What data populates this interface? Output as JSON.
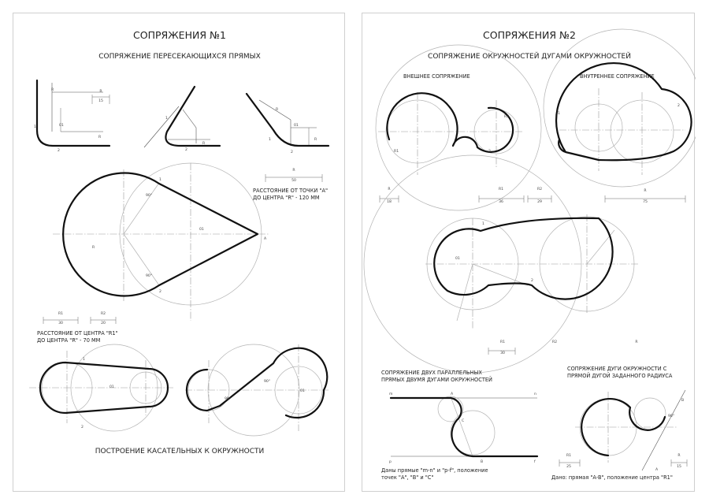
{
  "left_sheet": {
    "title": "СОПРЯЖЕНИЯ №1",
    "subtitle": "СОПРЯЖЕНИЕ ПЕРЕСЕКАЮЩИХСЯ ПРЯМЫХ",
    "bottom_title": "ПОСТРОЕНИЕ КАСАТЕЛЬНЫХ К ОКРУЖНОСТИ",
    "note_a_line1": "РАССТОЯНИЕ ОТ ТОЧКИ \"А\"",
    "note_a_line2": "ДО ЦЕНТРА \"R\" - 120 ММ",
    "note_r1_line1": "РАССТОЯНИЕ ОТ ЦЕНТРА \"R1\"",
    "note_r1_line2": "ДО ЦЕНТРА \"R\" - 70 ММ",
    "dims": {
      "r_label": "R",
      "r_value": "15",
      "big_r_label": "R",
      "big_r_value": "50",
      "r1_label": "R1",
      "r1_value": "30",
      "r2_label": "R2",
      "r2_value": "20"
    },
    "labels": {
      "R": "R",
      "O1": "01",
      "one": "1",
      "two": "2",
      "A": "A",
      "n90": "90°"
    }
  },
  "right_sheet": {
    "title": "СОПРЯЖЕНИЯ №2",
    "subtitle": "СОПРЯЖЕНИЕ ОКРУЖНОСТЕЙ ДУГАМИ ОКРУЖНОСТЕЙ",
    "external_label": "ВНЕШНЕЕ СОПРЯЖЕНИЕ",
    "internal_label": "ВНУТРЕННЕЕ СОПРЯЖЕНИЕ",
    "parallel_line1": "СОПРЯЖЕНИЕ ДВУХ ПАРАЛЛЕЛЬНЫХ",
    "parallel_line2": "ПРЯМЫХ ДВУМЯ ДУГАМИ ОКРУЖНОСТЕЙ",
    "arc_line1": "СОПРЯЖЕНИЕ ДУГИ ОКРУЖНОСТИ С",
    "arc_line2": "ПРЯМОЙ ДУГОЙ ЗАДАННОГО РАДИУСА",
    "given_lines_1": "Даны прямые \"m-n\" и \"p-f\", положение",
    "given_lines_2": "точек \"А\", \"В\" и \"С\"",
    "given_arc": "Дано: прямая \"A-B\", положение центра \"R1\"",
    "dims": {
      "ext_r_label": "R",
      "ext_r_value": "18",
      "ext_r1_label": "R1",
      "ext_r1_value": "36",
      "ext_r2_label": "R2",
      "ext_r2_value": "29",
      "int_r_label": "R",
      "int_r_value": "75",
      "mid_r1_label": "R1",
      "mid_r1_value": "30",
      "mid_r2_label": "R2",
      "mid_r_label": "R",
      "arc_r1_label": "R1",
      "arc_r1_value": "25",
      "arc_r_label": "R",
      "arc_r_value": "15"
    },
    "labels": {
      "m": "m",
      "n": "n",
      "p": "p",
      "f": "f",
      "A": "A",
      "B": "B",
      "C": "C",
      "O1": "01",
      "one": "1",
      "two": "2",
      "n90": "90°"
    }
  }
}
